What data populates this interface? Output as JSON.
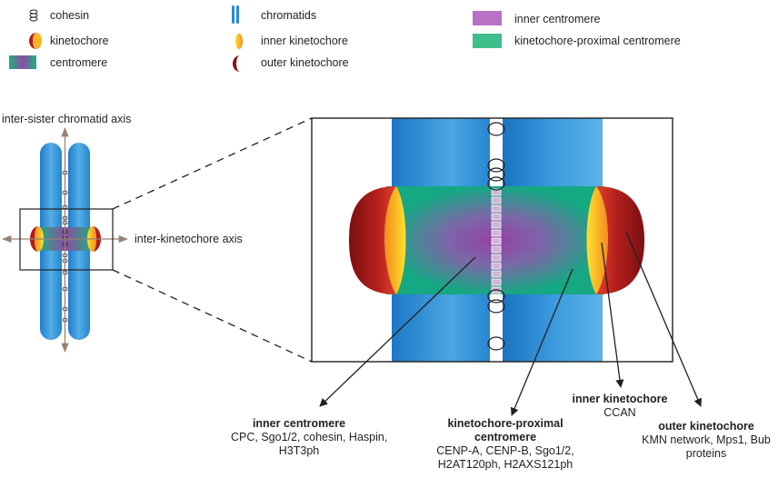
{
  "legend": {
    "cohesin": "cohesin",
    "kinetochore": "kinetochore",
    "centromere": "centromere",
    "chromatids": "chromatids",
    "inner_kinetochore": "inner kinetochore",
    "outer_kinetochore": "outer kinetochore",
    "inner_centromere": "inner centromere",
    "kinetochore_proximal_centromere": "kinetochore-proximal centromere"
  },
  "axes": {
    "inter_sister": "inter-sister chromatid axis",
    "inter_kinetochore": "inter-kinetochore axis"
  },
  "callouts": {
    "inner_centromere": {
      "title": "inner centromere",
      "lines": [
        "CPC, Sgo1/2, cohesin, Haspin,",
        "H3T3ph"
      ]
    },
    "kinetochore_proximal": {
      "title_lines": [
        "kinetochore-proximal",
        "centromere"
      ],
      "lines": [
        "CENP-A, CENP-B, Sgo1/2,",
        "H2AT120ph, H2AXS121ph"
      ]
    },
    "inner_kinetochore": {
      "title": "inner kinetochore",
      "lines": [
        "CCAN"
      ]
    },
    "outer_kinetochore": {
      "title": "outer kinetochore",
      "lines": [
        "KMN network, Mps1, Bub",
        "proteins"
      ]
    }
  },
  "colors": {
    "chromatid_blue": "#2a8ad3",
    "inner_centromere_purple": "#8e4aa0",
    "proximal_green": "#1fa882",
    "inner_kinetochore_yellow": "#fcd12a",
    "outer_kinetochore_red": "#8c1414",
    "axis_arrow": "#9a8270"
  }
}
